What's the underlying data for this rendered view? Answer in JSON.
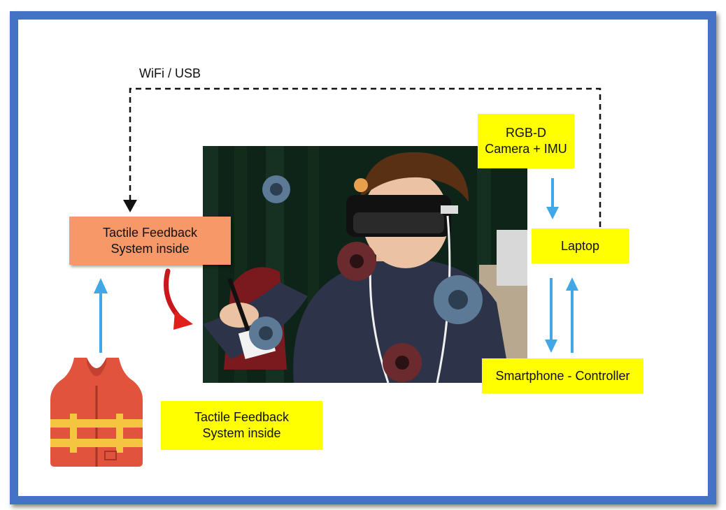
{
  "link_label": "WiFi / USB",
  "boxes": {
    "tactile_top": "Tactile Feedback\nSystem inside",
    "tactile_bottom": "Tactile Feedback\nSystem inside",
    "camera": "RGB-D\nCamera + IMU",
    "laptop": "Laptop",
    "smartphone": "Smartphone - Controller"
  },
  "colors": {
    "frame_border": "#4472c4",
    "yellow_box": "#ffff00",
    "orange_box": "#f79868",
    "arrow_blue": "#41a7e6",
    "arrow_red": "#e0201b",
    "vest_red": "#e2533d",
    "vest_strap": "#f5c542"
  },
  "icons": [
    "life-vest-icon",
    "speaker-cluster-icon"
  ],
  "photo_description_icons": [
    "head-mounted-display",
    "stylus",
    "speaker-cluster"
  ]
}
